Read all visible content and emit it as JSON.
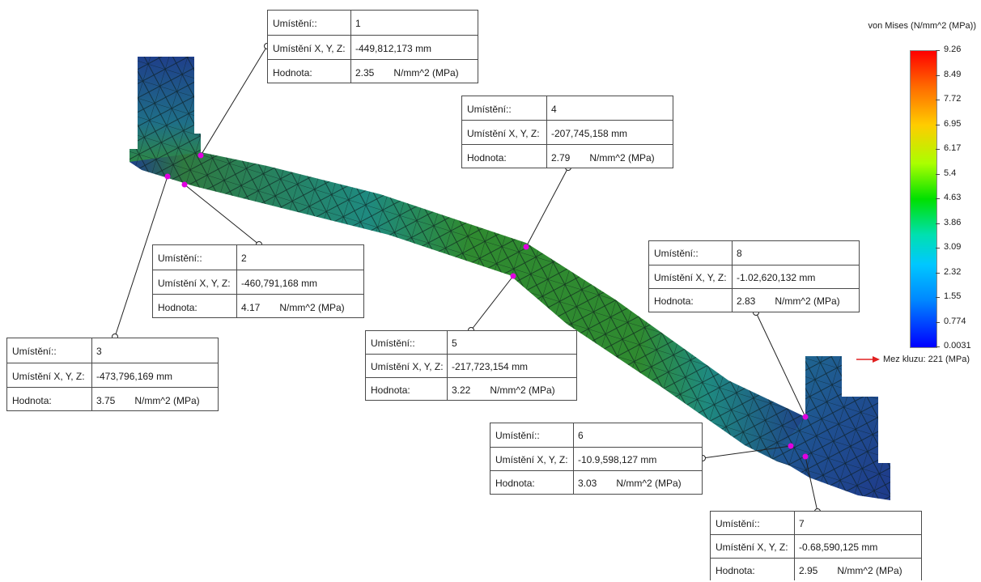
{
  "legend": {
    "title": "von Mises (N/mm^2 (MPa))",
    "ticks": [
      "9.26",
      "8.49",
      "7.72",
      "6.95",
      "6.17",
      "5.4",
      "4.63",
      "3.86",
      "3.09",
      "2.32",
      "1.55",
      "0.774",
      "0.0031"
    ],
    "yield_label": "Mez kluzu: 221 (MPa)",
    "yield_arrow_color": "#e02020"
  },
  "colors": {
    "mesh_dark_blue": "#1f3f8a",
    "mesh_teal": "#1f8a80",
    "mesh_green": "#2f8a30",
    "probe_point": "#e000e0"
  },
  "probes": [
    {
      "label": "Umístění::",
      "number": "1",
      "coords_label": "Umístění X, Y, Z:",
      "coords": "-449,812,173 mm",
      "value_label": "Hodnota:",
      "value": "2.35",
      "unit": "N/mm^2 (MPa)"
    },
    {
      "label": "Umístění::",
      "number": "2",
      "coords_label": "Umístění X, Y, Z:",
      "coords": "-460,791,168 mm",
      "value_label": "Hodnota:",
      "value": "4.17",
      "unit": "N/mm^2 (MPa)"
    },
    {
      "label": "Umístění::",
      "number": "3",
      "coords_label": "Umístění X, Y, Z:",
      "coords": "-473,796,169 mm",
      "value_label": "Hodnota:",
      "value": "3.75",
      "unit": "N/mm^2 (MPa)"
    },
    {
      "label": "Umístění::",
      "number": "4",
      "coords_label": "Umístění X, Y, Z:",
      "coords": "-207,745,158 mm",
      "value_label": "Hodnota:",
      "value": "2.79",
      "unit": "N/mm^2 (MPa)"
    },
    {
      "label": "Umístění::",
      "number": "5",
      "coords_label": "Umístění X, Y, Z:",
      "coords": "-217,723,154 mm",
      "value_label": "Hodnota:",
      "value": "3.22",
      "unit": "N/mm^2 (MPa)"
    },
    {
      "label": "Umístění::",
      "number": "6",
      "coords_label": "Umístění X, Y, Z:",
      "coords": "-10.9,598,127 mm",
      "value_label": "Hodnota:",
      "value": "3.03",
      "unit": "N/mm^2 (MPa)"
    },
    {
      "label": "Umístění::",
      "number": "7",
      "coords_label": "Umístění X, Y, Z:",
      "coords": "-0.68,590,125 mm",
      "value_label": "Hodnota:",
      "value": "2.95",
      "unit": "N/mm^2 (MPa)"
    },
    {
      "label": "Umístění::",
      "number": "8",
      "coords_label": "Umístění X, Y, Z:",
      "coords": "-1.02,620,132 mm",
      "value_label": "Hodnota:",
      "value": "2.83",
      "unit": "N/mm^2 (MPa)"
    }
  ]
}
